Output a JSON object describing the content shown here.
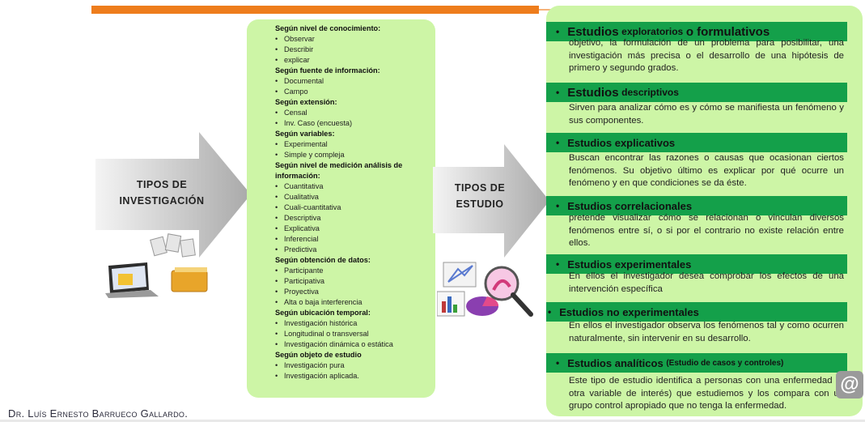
{
  "arrows": {
    "left_label": "TIPOS DE INVESTIGACIÓN",
    "middle_label": "TIPOS DE ESTUDIO"
  },
  "categories": [
    {
      "title": "Según nivel de conocimiento:",
      "items": [
        "Observar",
        "Describir",
        "explicar"
      ]
    },
    {
      "title": "Según fuente de información:",
      "items": [
        "Documental",
        "Campo"
      ]
    },
    {
      "title": "Según extensión:",
      "items": [
        "Censal",
        "Inv. Caso (encuesta)"
      ]
    },
    {
      "title": "Según variables:",
      "items": [
        "Experimental",
        "Simple y compleja"
      ]
    },
    {
      "title": "Según nivel de medición análisis de información:",
      "items": [
        "Cuantitativa",
        "Cualitativa",
        "Cuali-cuantitativa",
        "Descriptiva",
        "Explicativa",
        "Inferencial",
        "Predictiva"
      ]
    },
    {
      "title": "Según obtención de datos:",
      "items": [
        "Participante",
        "Participativa",
        "Proyectiva",
        "Alta o baja interferencia"
      ]
    },
    {
      "title": "Según ubicación temporal:",
      "items": [
        "Investigación histórica",
        "Longitudinal o transversal",
        "Investigación dinámica o estática"
      ]
    },
    {
      "title": "Según objeto de estudio",
      "items": [
        "Investigación pura",
        "Investigación aplicada."
      ]
    }
  ],
  "studies": [
    {
      "title_main": "Estudios",
      "title_rest": "exploratorios",
      "title_tail": "o formulativos",
      "desc": "objetivo, la formulación de un problema para posibilitar, una investigación más precisa o el desarrollo de una hipótesis de primero y segundo grados."
    },
    {
      "title_main": "Estudios",
      "title_rest": "descriptivos",
      "title_tail": "",
      "desc": "Sirven para analizar cómo es y cómo se manifiesta un fenómeno y sus componentes."
    },
    {
      "title_main": "Estudios explicativos",
      "title_rest": "",
      "title_tail": "",
      "desc": "Buscan encontrar las razones o causas que ocasionan ciertos fenómenos. Su objetivo último es explicar por qué ocurre un fenómeno y en que condiciones se da éste."
    },
    {
      "title_main": "Estudios correlacionales",
      "title_rest": "",
      "title_tail": "",
      "desc": "pretende visualizar cómo se relacionan o vinculan diversos fenómenos entre sí, o si por el contrario no existe relación entre ellos."
    },
    {
      "title_main": "Estudios experimentales",
      "title_rest": "",
      "title_tail": "",
      "desc": "En ellos el investigador desea comprobar los efectos de una intervención específica"
    },
    {
      "title_main": "Estudios no experimentales",
      "title_rest": "",
      "title_tail": "",
      "desc": "En ellos el investigador observa los fenómenos tal y como ocurren naturalmente, sin intervenir en su desarrollo."
    },
    {
      "title_main": "Estudios analíticos",
      "title_rest": "(Estudio de casos y controles)",
      "title_tail": "",
      "desc": "Este tipo de estudio identifica a personas con una enfermedad (u otra variable de interés) que estudiemos y los compara con un grupo control apropiado que no tenga la enfermedad."
    }
  ],
  "footer": "Dr. Luís Ernesto Barrueco Gallardo.",
  "colors": {
    "green_header": "#14a04a",
    "panel_bg": "#cdf5a6",
    "orange_bar": "#ee7d1c"
  },
  "icons": [
    "laptop-folder-icon",
    "charts-magnifier-icon",
    "at-sign-icon"
  ]
}
